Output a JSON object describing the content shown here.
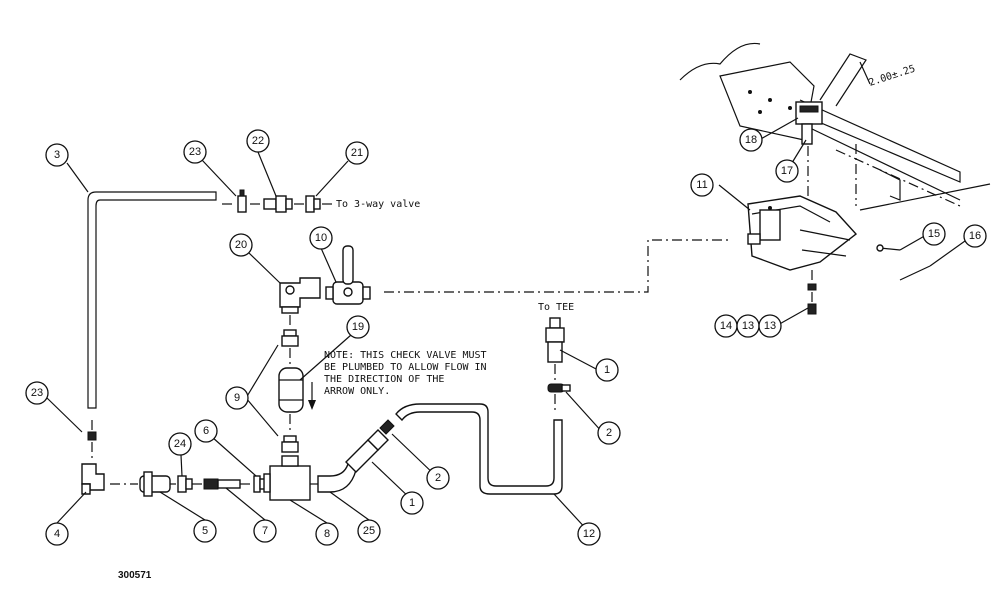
{
  "callouts": {
    "c1a": "1",
    "c1b": "1",
    "c2a": "2",
    "c2b": "2",
    "c3": "3",
    "c4": "4",
    "c5": "5",
    "c6": "6",
    "c7": "7",
    "c8": "8",
    "c9": "9",
    "c10": "10",
    "c11": "11",
    "c12": "12",
    "c13a": "13",
    "c13b": "13",
    "c14": "14",
    "c15": "15",
    "c16": "16",
    "c17": "17",
    "c18": "18",
    "c19": "19",
    "c20": "20",
    "c21": "21",
    "c22": "22",
    "c23a": "23",
    "c23b": "23",
    "c24": "24",
    "c25": "25"
  },
  "labels": {
    "to_valve": "To 3-way valve",
    "to_tee": "To TEE",
    "dimension": "2.00±.25",
    "note_line1": "NOTE: THIS CHECK VALVE MUST",
    "note_line2": "BE PLUMBED TO ALLOW FLOW IN",
    "note_line3": "THE DIRECTION OF THE",
    "note_line4": "ARROW ONLY.",
    "ref_number": "300571"
  }
}
